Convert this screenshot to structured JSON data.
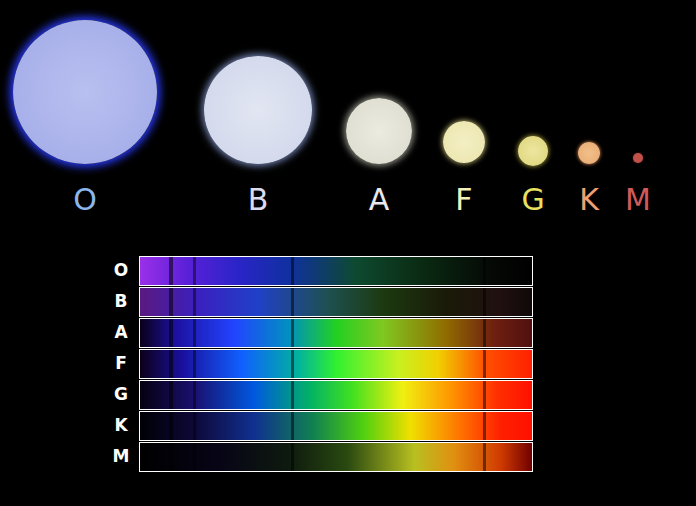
{
  "diagram": {
    "nodes": [
      {
        "text": [
          "O"
        ]
      },
      {
        "text": [
          "B"
        ]
      },
      {
        "text": [
          "A"
        ]
      },
      {
        "text": [
          "F"
        ]
      },
      {
        "text": [
          "G"
        ]
      },
      {
        "text": [
          "K"
        ]
      },
      {
        "text": [
          "M"
        ]
      },
      {
        "text": [
          "O"
        ]
      },
      {
        "text": [
          "B"
        ]
      },
      {
        "text": [
          "A"
        ]
      },
      {
        "text": [
          "F"
        ]
      },
      {
        "text": [
          "G"
        ]
      },
      {
        "text": [
          "K"
        ]
      },
      {
        "text": [
          "M"
        ]
      }
    ]
  }
}
